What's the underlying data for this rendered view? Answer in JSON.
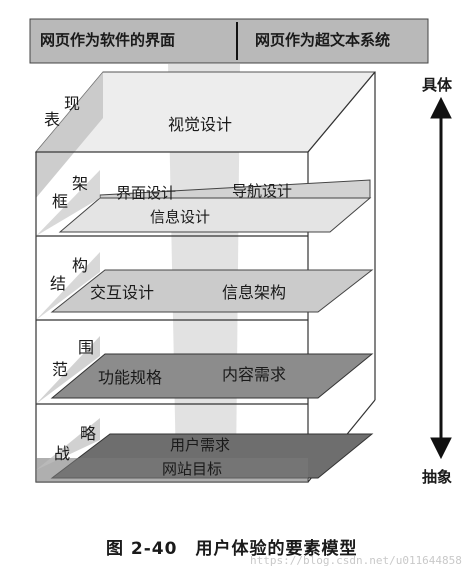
{
  "header": {
    "left": "网页作为软件的界面",
    "right": "网页作为超文本系统"
  },
  "axis": {
    "top": "具体",
    "bottom": "抽象"
  },
  "planes": {
    "surface": {
      "name": [
        "表",
        "现"
      ],
      "center": "视觉设计"
    },
    "skeleton": {
      "name": [
        "框",
        "架"
      ],
      "left": "界面设计",
      "right": "导航设计",
      "center": "信息设计"
    },
    "structure": {
      "name": [
        "结",
        "构"
      ],
      "left": "交互设计",
      "right": "信息架构"
    },
    "scope": {
      "name": [
        "范",
        "围"
      ],
      "left": "功能规格",
      "right": "内容需求"
    },
    "strategy": {
      "name": [
        "战",
        "略"
      ],
      "top": "用户需求",
      "bottom": "网站目标"
    }
  },
  "caption": "图 2-40　用户体验的要素模型",
  "watermark": "https://blog.csdn.net/u011644858"
}
